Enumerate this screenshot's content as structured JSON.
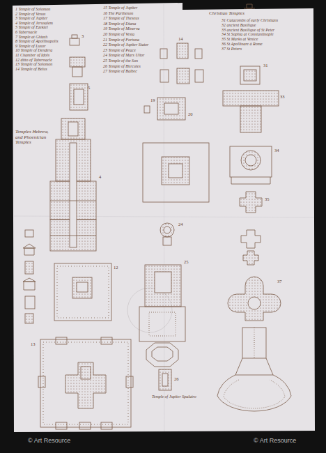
{
  "diagram": {
    "labels": [
      "1 Temple of Solomon",
      "2 Temple of Venus",
      "3 Temple of Jupiter",
      "4 Temple of Jerusalem",
      "5 Temple of Ezekiel",
      "6 Tabernacle",
      "7 Temple at Ghizeh",
      "8 Temple of Apollinopolis",
      "9 Temple of Luxor",
      "10 Temple of Dendera",
      "11 Chamber of Idols",
      "12 ditto of Tabernacle",
      "13 Temple of Solomon",
      "14 Temple of Belus",
      "Temples Hebrew, and Phoenician Temples",
      "15 Temple of Jupiter",
      "16 The Parthenon",
      "17 Temple of Theseus",
      "18 Temple of Diana",
      "19 Temple of Minerva",
      "20 Temple of Vesta",
      "21 Temple of Fortuna",
      "22 Temple of Jupiter Stator",
      "23 Temple of Peace",
      "24 Temple of Mars Ultor",
      "25 Temple of the Sun",
      "26 Temple of Hercules",
      "27 Temple of Balbec",
      "Christian Temples",
      "31 Catacombs of early Christians",
      "32 ancient Basilique",
      "33 ancient Basilique of St Peter",
      "34 St Sophia at Constantinople",
      "35 St Marks at Venice",
      "36 St Apollinare à Rome",
      "37 St Peters",
      "Temple of Jupiter Spalatro",
      "3",
      "5",
      "4",
      "12",
      "13",
      "14",
      "19",
      "20",
      "24",
      "25",
      "26",
      "31",
      "33",
      "34",
      "35",
      "37",
      "© Art Resource",
      "© Art Resource"
    ]
  }
}
